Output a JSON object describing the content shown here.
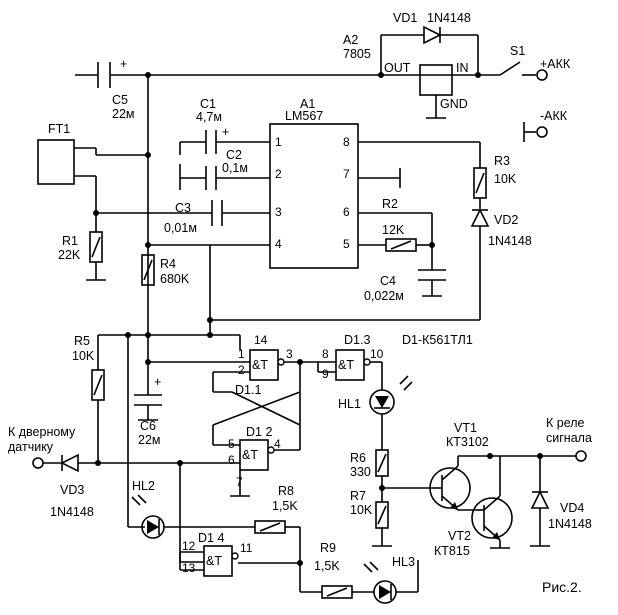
{
  "figure": {
    "caption": "Рис.2."
  },
  "power": {
    "pos": "+АКК",
    "neg": "-АКК",
    "switch": "S1"
  },
  "regulator": {
    "ref": "A2",
    "part": "7805",
    "out": "OUT",
    "in": "IN",
    "gnd": "GND"
  },
  "vd1": {
    "ref": "VD1",
    "part": "1N4148"
  },
  "vd2": {
    "ref": "VD2",
    "part": "1N4148"
  },
  "vd3": {
    "ref": "VD3",
    "part": "1N4148"
  },
  "vd4": {
    "ref": "VD4",
    "part": "1N4148"
  },
  "a1": {
    "ref": "A1",
    "part": "LM567",
    "pins": [
      "1",
      "2",
      "3",
      "4",
      "5",
      "6",
      "7",
      "8"
    ]
  },
  "c1": {
    "ref": "C1",
    "value": "4,7м"
  },
  "c2": {
    "ref": "C2",
    "value": "0,1м"
  },
  "c3": {
    "ref": "C3",
    "value": "0,01м"
  },
  "c4": {
    "ref": "C4",
    "value": "0,022м"
  },
  "c5": {
    "ref": "C5",
    "value": "22м"
  },
  "c6": {
    "ref": "C6",
    "value": "22м"
  },
  "r1": {
    "ref": "R1",
    "value": "22K"
  },
  "r2": {
    "ref": "R2",
    "value": "12K"
  },
  "r3": {
    "ref": "R3",
    "value": "10K"
  },
  "r4": {
    "ref": "R4",
    "value": "680K"
  },
  "r5": {
    "ref": "R5",
    "value": "10K"
  },
  "r6": {
    "ref": "R6",
    "value": "330"
  },
  "r7": {
    "ref": "R7",
    "value": "10K"
  },
  "r8": {
    "ref": "R8",
    "value": "1,5K"
  },
  "r9": {
    "ref": "R9",
    "value": "1,5K"
  },
  "ft1": {
    "ref": "FT1"
  },
  "d1": {
    "note": "D1-К561ТЛ1",
    "g1": {
      "ref": "D1.1",
      "pins": [
        "1",
        "2",
        "3",
        "14"
      ]
    },
    "g2": {
      "ref": "D1 2",
      "pins": [
        "5",
        "6",
        "4",
        "7"
      ]
    },
    "g3": {
      "ref": "D1.3",
      "pins": [
        "8",
        "9",
        "10"
      ]
    },
    "g4": {
      "ref": "D1 4",
      "pins": [
        "12",
        "13",
        "11"
      ]
    },
    "gate": "&T"
  },
  "hl1": {
    "ref": "HL1"
  },
  "hl2": {
    "ref": "HL2"
  },
  "hl3": {
    "ref": "HL3"
  },
  "vt1": {
    "ref": "VT1",
    "part": "КТ3102"
  },
  "vt2": {
    "ref": "VT2",
    "part": "КТ815"
  },
  "door": {
    "line1": "К дверному",
    "line2": "датчику"
  },
  "relay": {
    "line1": "К реле",
    "line2": "сигнала"
  },
  "plus": "+"
}
